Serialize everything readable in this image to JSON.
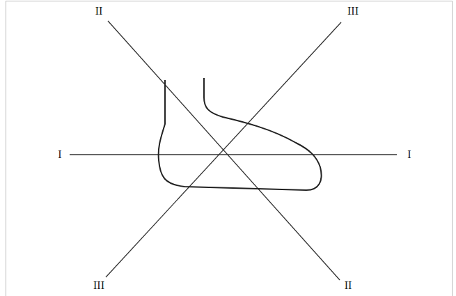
{
  "diagram": {
    "labels": [
      "II",
      "III",
      "I",
      "I",
      "III",
      "II"
    ]
  }
}
